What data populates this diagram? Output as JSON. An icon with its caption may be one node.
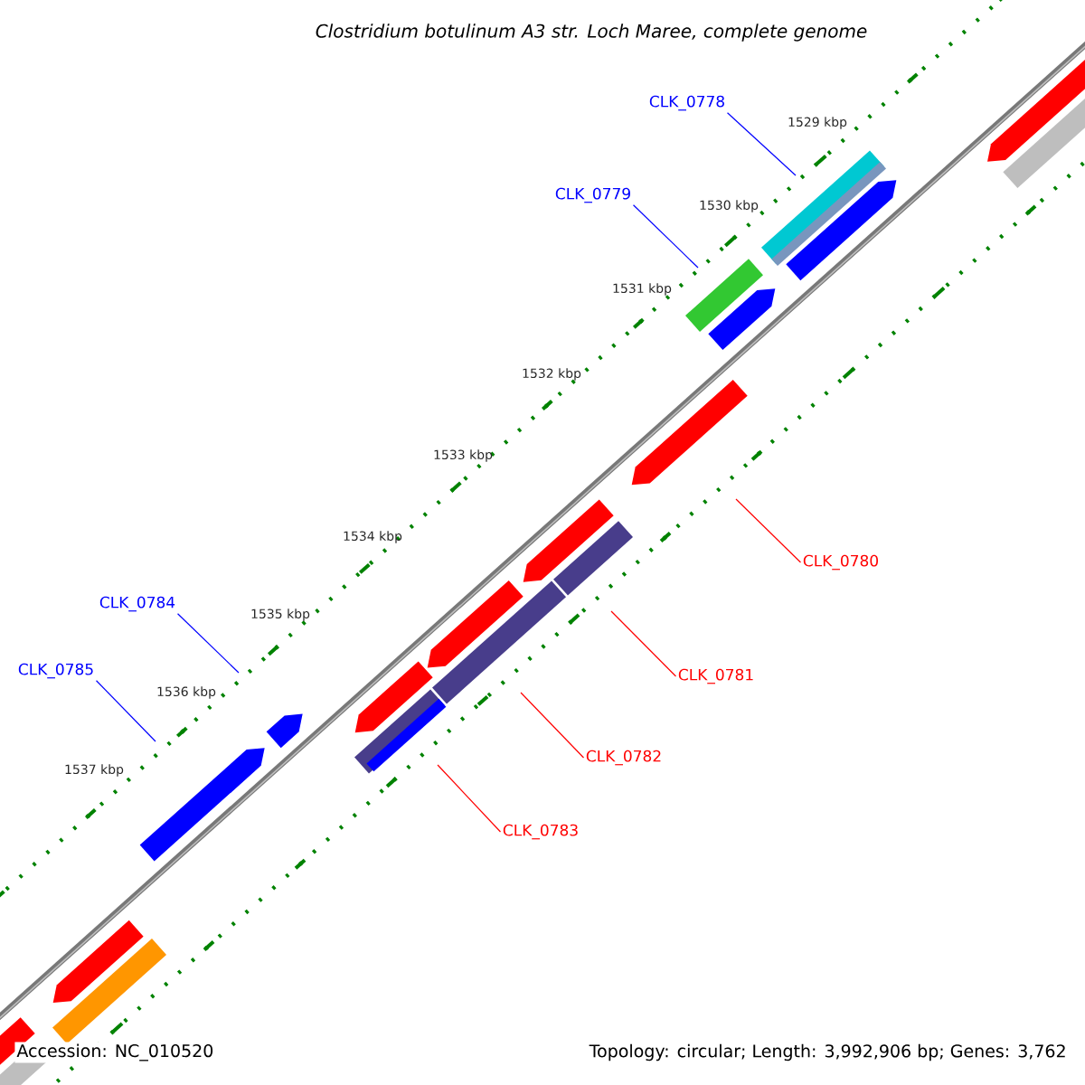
{
  "diagram": {
    "title": "Clostridium botulinum A3 str. Loch Maree, complete genome",
    "nodes": [
      {
        "text": [
          "CLK_0778"
        ]
      },
      {
        "text": [
          "CLK_0779"
        ]
      },
      {
        "text": [
          "CLK_0784"
        ]
      },
      {
        "text": [
          "CLK_0785"
        ]
      },
      {
        "text": [
          "CLK_0780"
        ]
      },
      {
        "text": [
          "CLK_0781"
        ]
      },
      {
        "text": [
          "CLK_0782"
        ]
      },
      {
        "text": [
          "CLK_0783"
        ]
      }
    ],
    "edges": [
      {
        "from": 0,
        "to": null,
        "arrow": "none",
        "color": "#0000ff"
      },
      {
        "from": 1,
        "to": null,
        "arrow": "none",
        "color": "#0000ff"
      },
      {
        "from": 2,
        "to": null,
        "arrow": "none",
        "color": "#0000ff"
      },
      {
        "from": 3,
        "to": null,
        "arrow": "none",
        "color": "#0000ff"
      },
      {
        "from": 4,
        "to": null,
        "arrow": "none",
        "color": "#ff0000"
      },
      {
        "from": 5,
        "to": null,
        "arrow": "none",
        "color": "#ff0000"
      },
      {
        "from": 6,
        "to": null,
        "arrow": "none",
        "color": "#ff0000"
      },
      {
        "from": 7,
        "to": null,
        "arrow": "none",
        "color": "#ff0000"
      }
    ],
    "labels": [
      "1529 kbp",
      "1530 kbp",
      "1531 kbp",
      "1532 kbp",
      "1533 kbp",
      "1534 kbp",
      "1535 kbp",
      "1536 kbp",
      "1537 kbp",
      "Accession: NC_010520",
      "Topology: circular; Length: 3,992,906 bp; Genes: 3,762"
    ]
  }
}
